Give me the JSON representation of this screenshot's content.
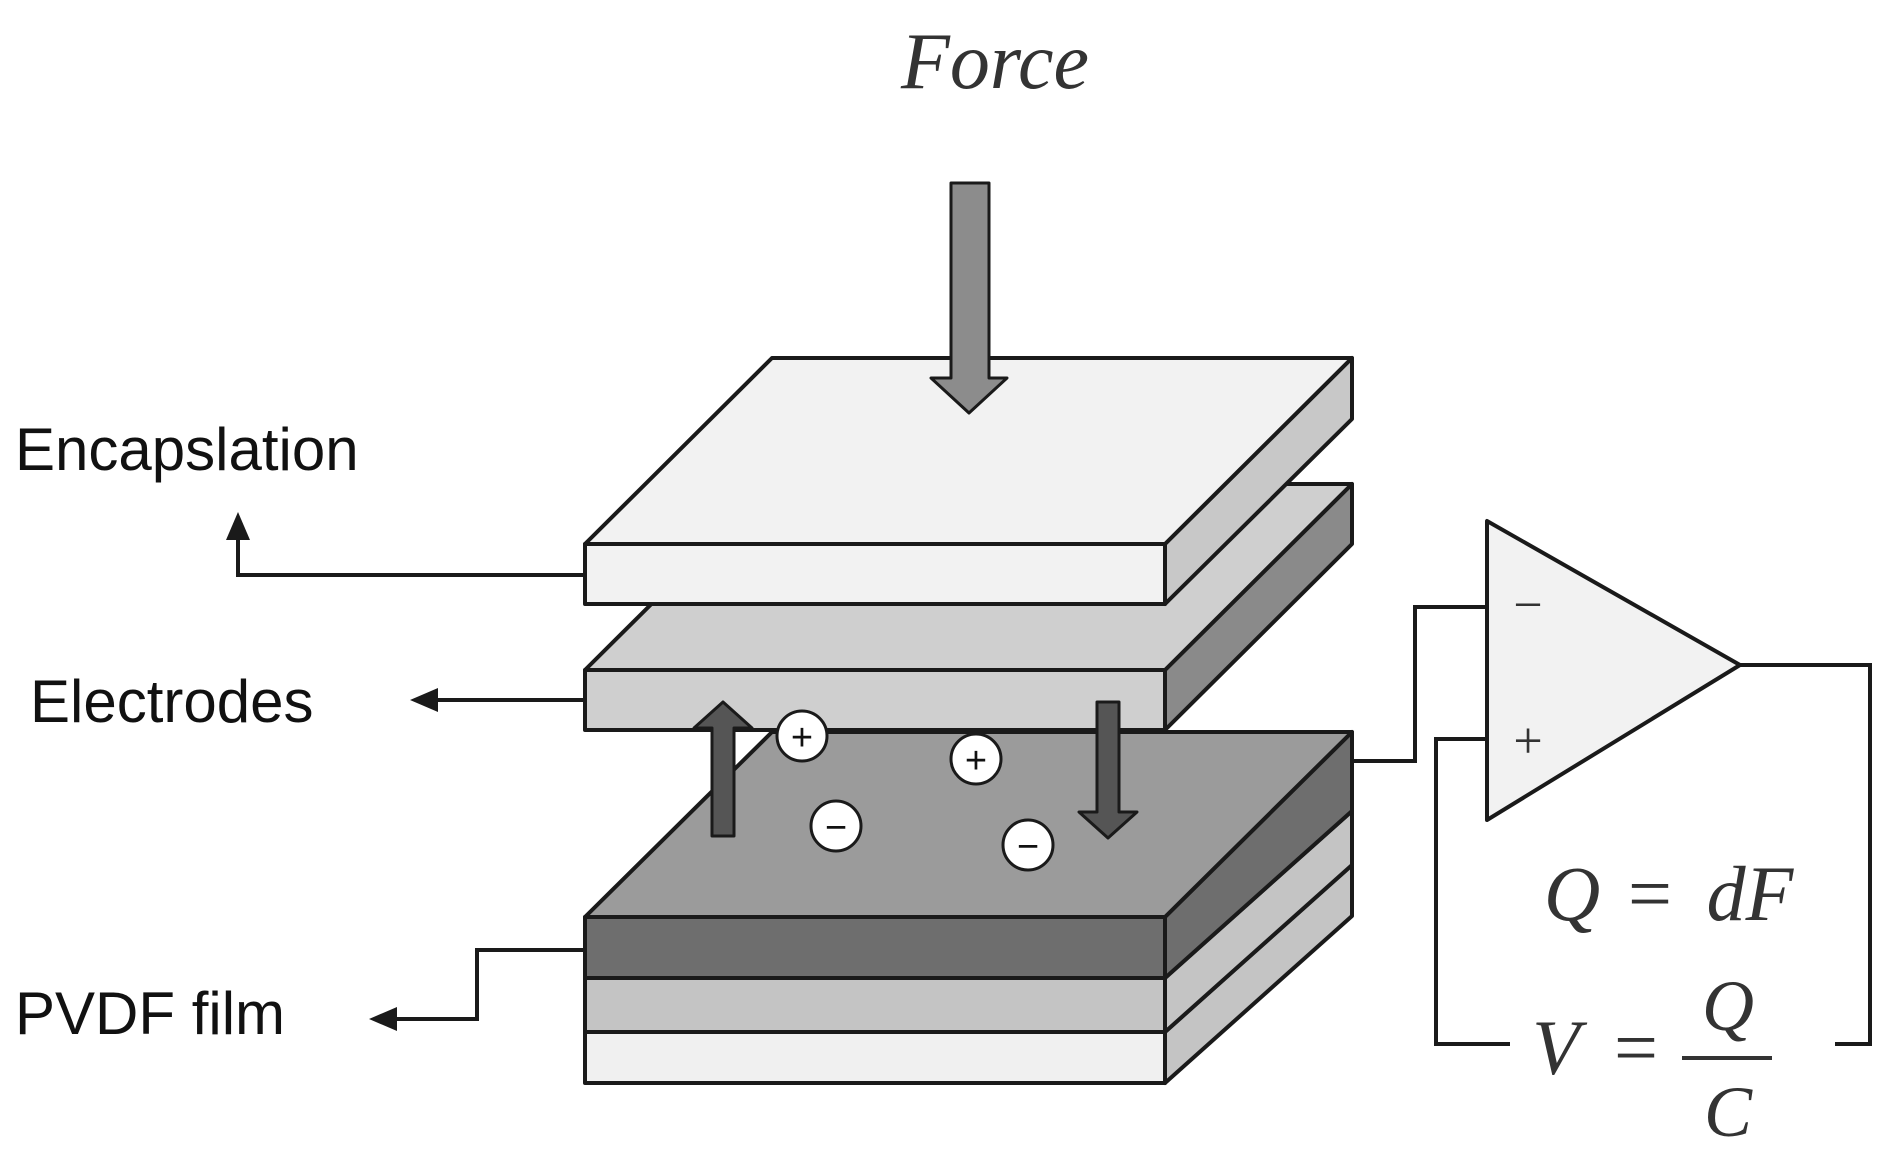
{
  "title": "Force",
  "labels": {
    "encapsulation": "Encapslation",
    "electrodes": "Electrodes",
    "pvdf_film": "PVDF film"
  },
  "charges": {
    "positive": "+",
    "negative": "−"
  },
  "amplifier": {
    "inverting": "−",
    "noninverting": "+"
  },
  "equations": {
    "charge": {
      "lhs": "Q",
      "eq": "=",
      "rhs": "dF"
    },
    "voltage": {
      "lhs": "V",
      "eq": "=",
      "numerator": "Q",
      "denominator": "C"
    }
  },
  "colors": {
    "encapsulation_top": "#f2f2f2",
    "encapsulation_front": "#f2f2f2",
    "encapsulation_side": "#c8c8c8",
    "electrode_top": "#cfcfcf",
    "electrode_front": "#cfcfcf",
    "electrode_side": "#8a8a8a",
    "film_top": "#9b9b9b",
    "film_dark": "#6e6e6e",
    "film_mid": "#c4c4c4",
    "film_light": "#f0f0f0",
    "force_arrow": "#8c8c8c",
    "polarization_arrow": "#555555"
  }
}
